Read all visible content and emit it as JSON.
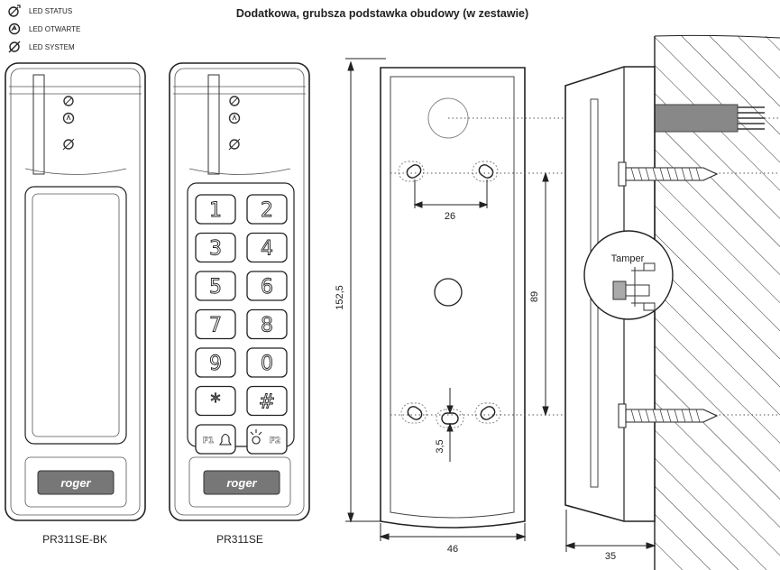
{
  "title": "Dodatkowa, grubsza podstawka obudowy (w zestawie)",
  "legend": [
    {
      "icon": "led-status-icon",
      "label": "LED STATUS"
    },
    {
      "icon": "led-open-icon",
      "label": "LED OTWARTE"
    },
    {
      "icon": "led-system-icon",
      "label": "LED SYSTEM"
    }
  ],
  "devices": [
    {
      "model": "PR311SE-BK",
      "logo": "roger"
    },
    {
      "model": "PR311SE",
      "logo": "roger"
    }
  ],
  "keypad": {
    "keys": [
      "1",
      "2",
      "3",
      "4",
      "5",
      "6",
      "7",
      "8",
      "9",
      "0",
      "*",
      "#",
      "F1",
      "F2"
    ]
  },
  "dimensions": {
    "height": "152,5",
    "hole_spacing_h": "26",
    "hole_spacing_v": "89",
    "hole_offset": "3,5",
    "width": "46",
    "depth": "35"
  },
  "callout": {
    "label": "Tamper"
  },
  "colors": {
    "line": "#222222",
    "gray": "#777777",
    "wall": "#d9d9d9"
  }
}
